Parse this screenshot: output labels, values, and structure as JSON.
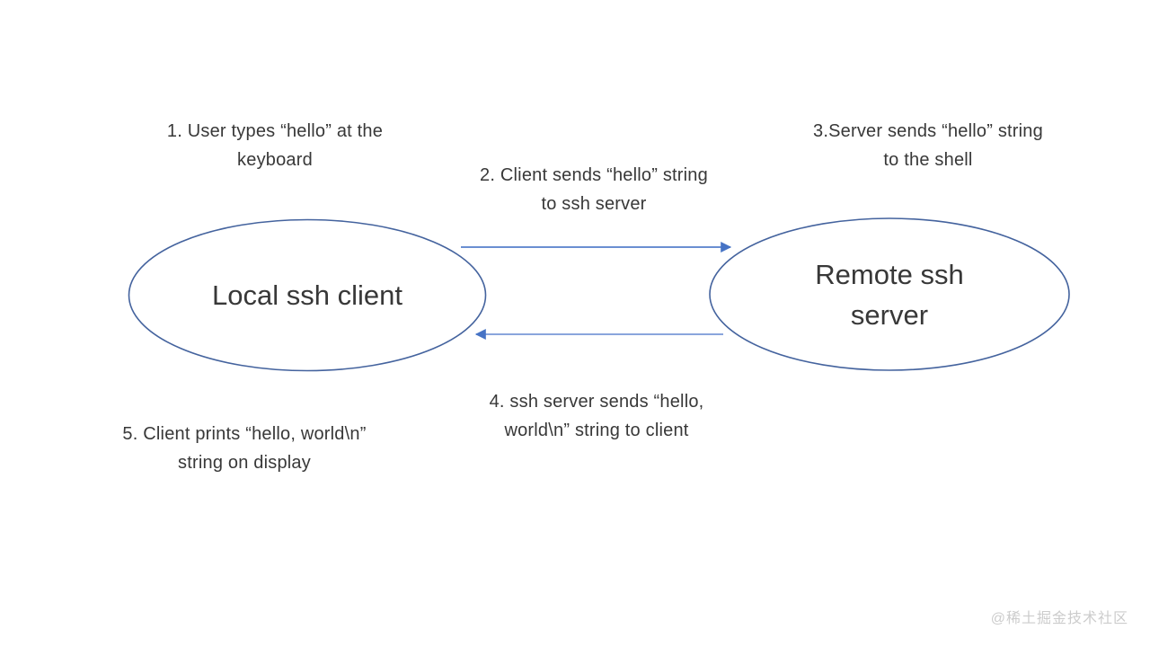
{
  "colors": {
    "background": "#ffffff",
    "ellipse_stroke": "#44639e",
    "arrow_forward": "#6a8fd2",
    "arrow_forward_head": "#4673c5",
    "arrow_return": "#8aa5dc",
    "arrow_return_head": "#4673c5",
    "text": "#383838",
    "watermark": "#cccccc"
  },
  "nodes": {
    "local": {
      "label": "Local ssh client"
    },
    "remote": {
      "label": "Remote ssh server"
    }
  },
  "annotations": {
    "step1": {
      "line1": "1. User types “hello” at the",
      "line2": "keyboard"
    },
    "step2": {
      "line1": "2. Client sends “hello” string",
      "line2": "to ssh server"
    },
    "step3": {
      "line1": "3.Server sends “hello” string",
      "line2": "to the shell"
    },
    "step4": {
      "line1": "4. ssh server sends “hello,",
      "line2": "world\\n” string to client"
    },
    "step5": {
      "line1": "5. Client prints “hello, world\\n”",
      "line2": "string on display"
    }
  },
  "watermark": {
    "text": "@稀土掘金技术社区"
  }
}
